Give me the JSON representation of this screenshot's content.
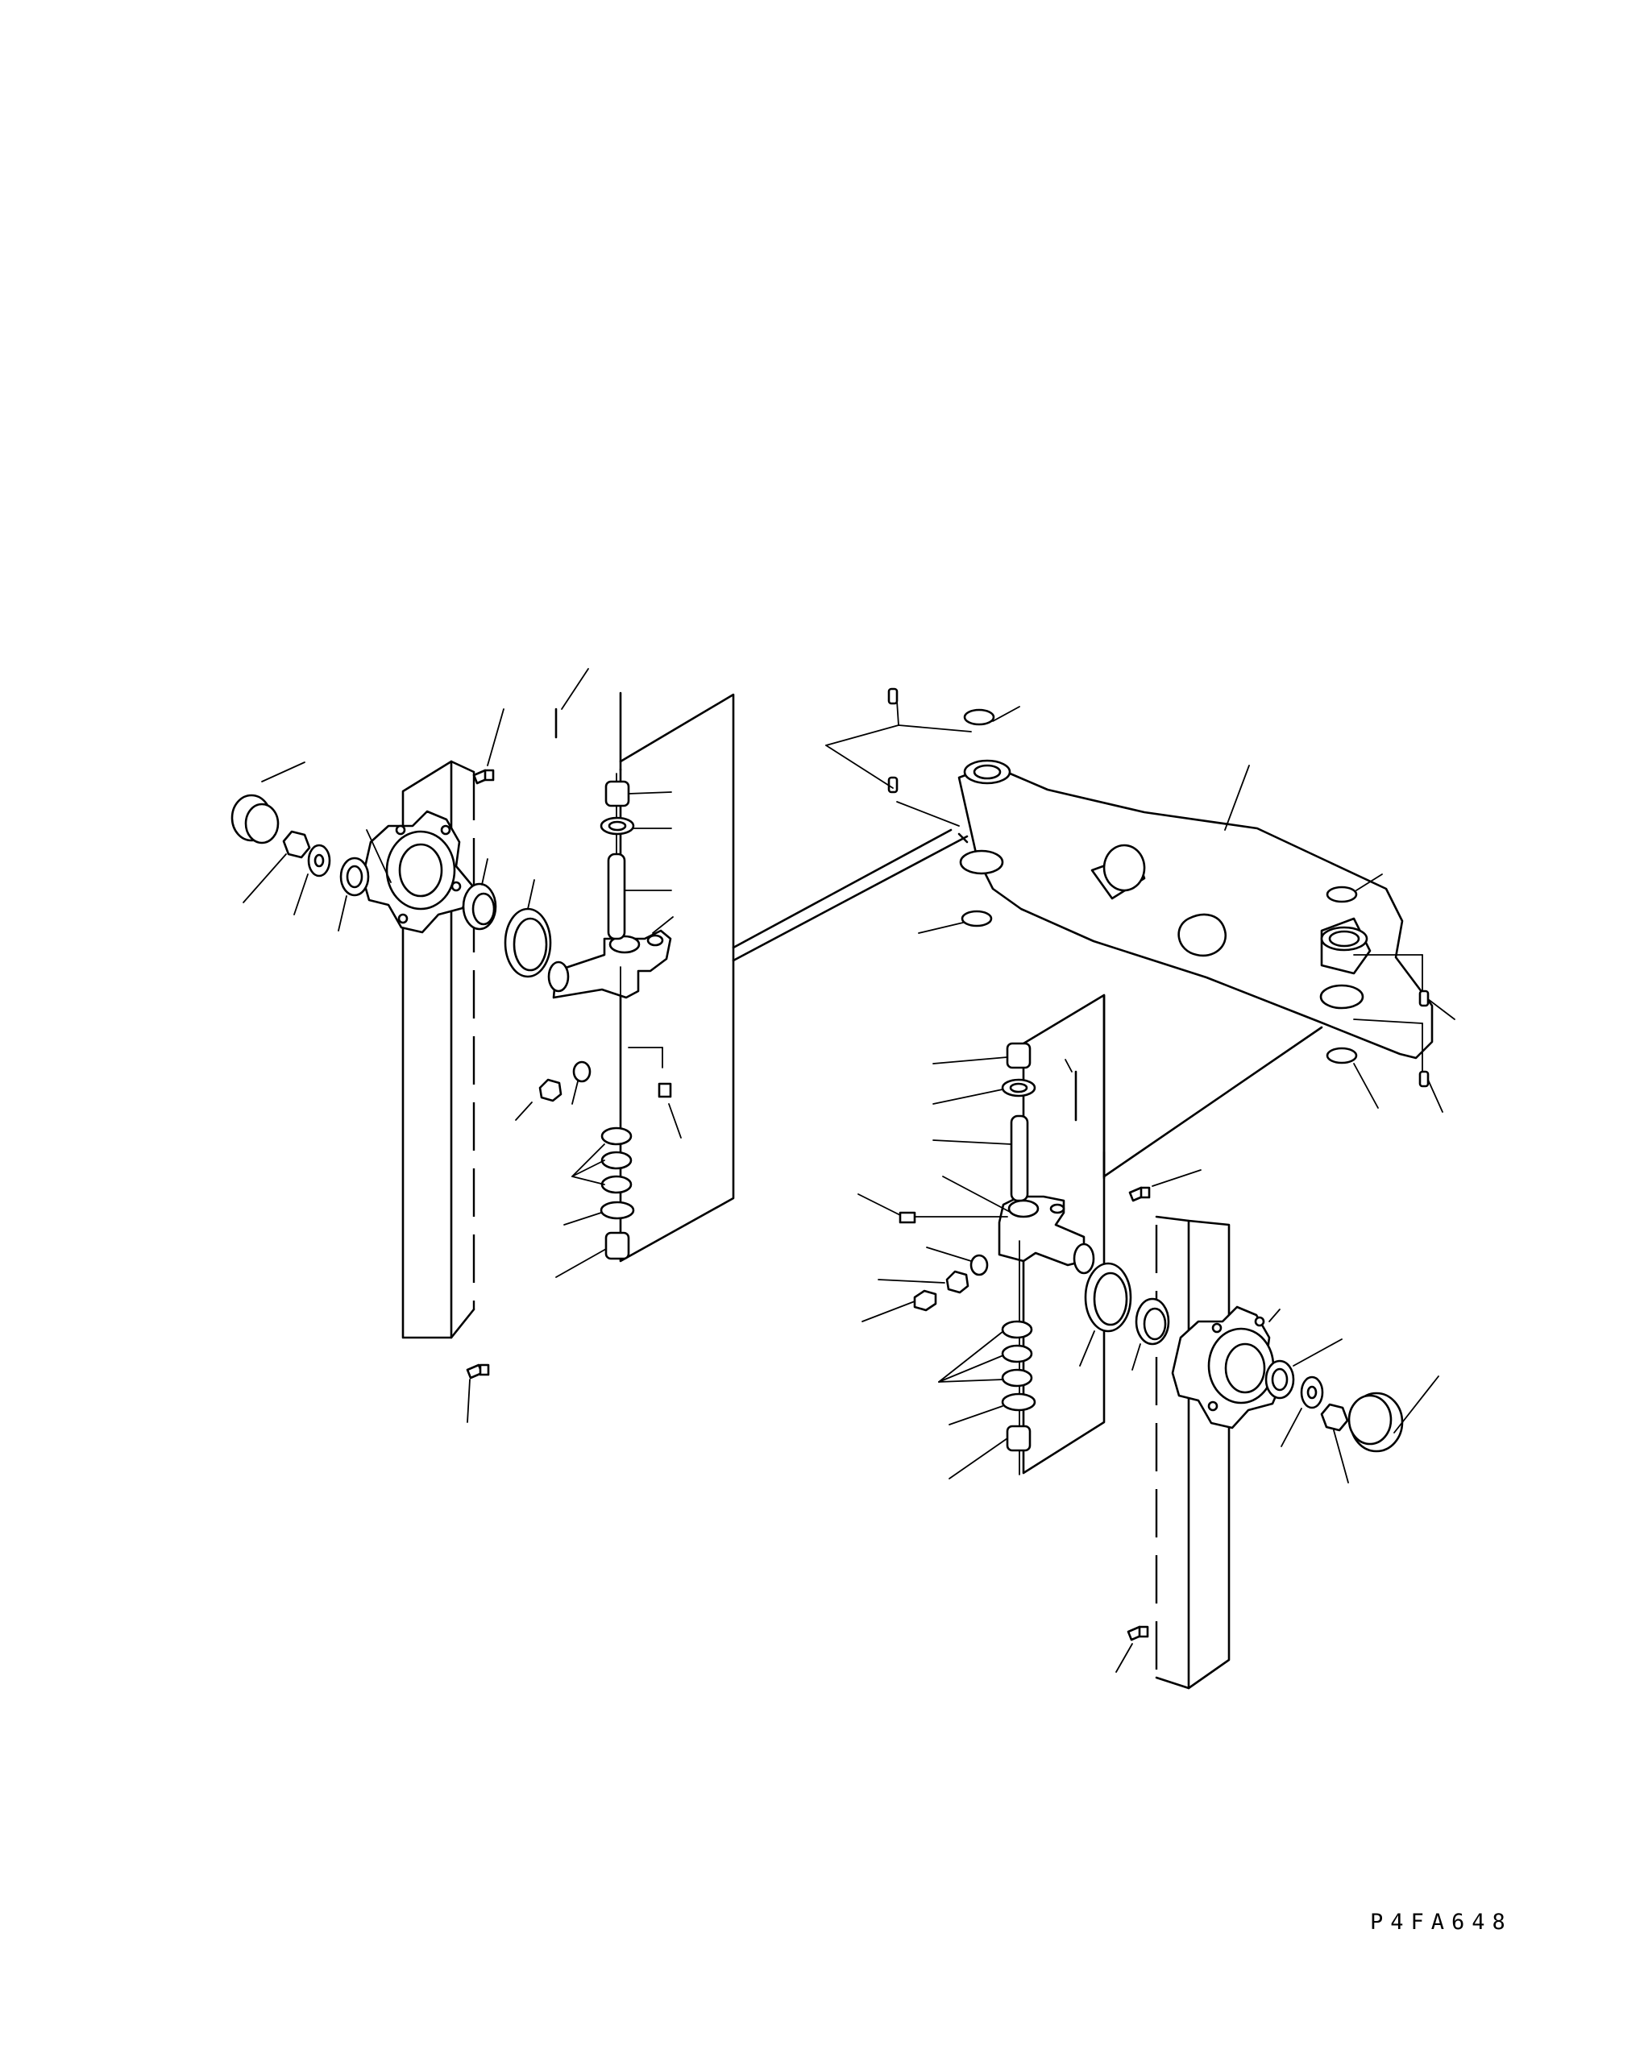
{
  "drawing": {
    "code": "P4FA648",
    "line_color": "#000000",
    "background": "#ffffff",
    "assemblies": [
      "front-axle-beam",
      "left-knuckle-and-hub",
      "right-knuckle-and-hub"
    ]
  }
}
